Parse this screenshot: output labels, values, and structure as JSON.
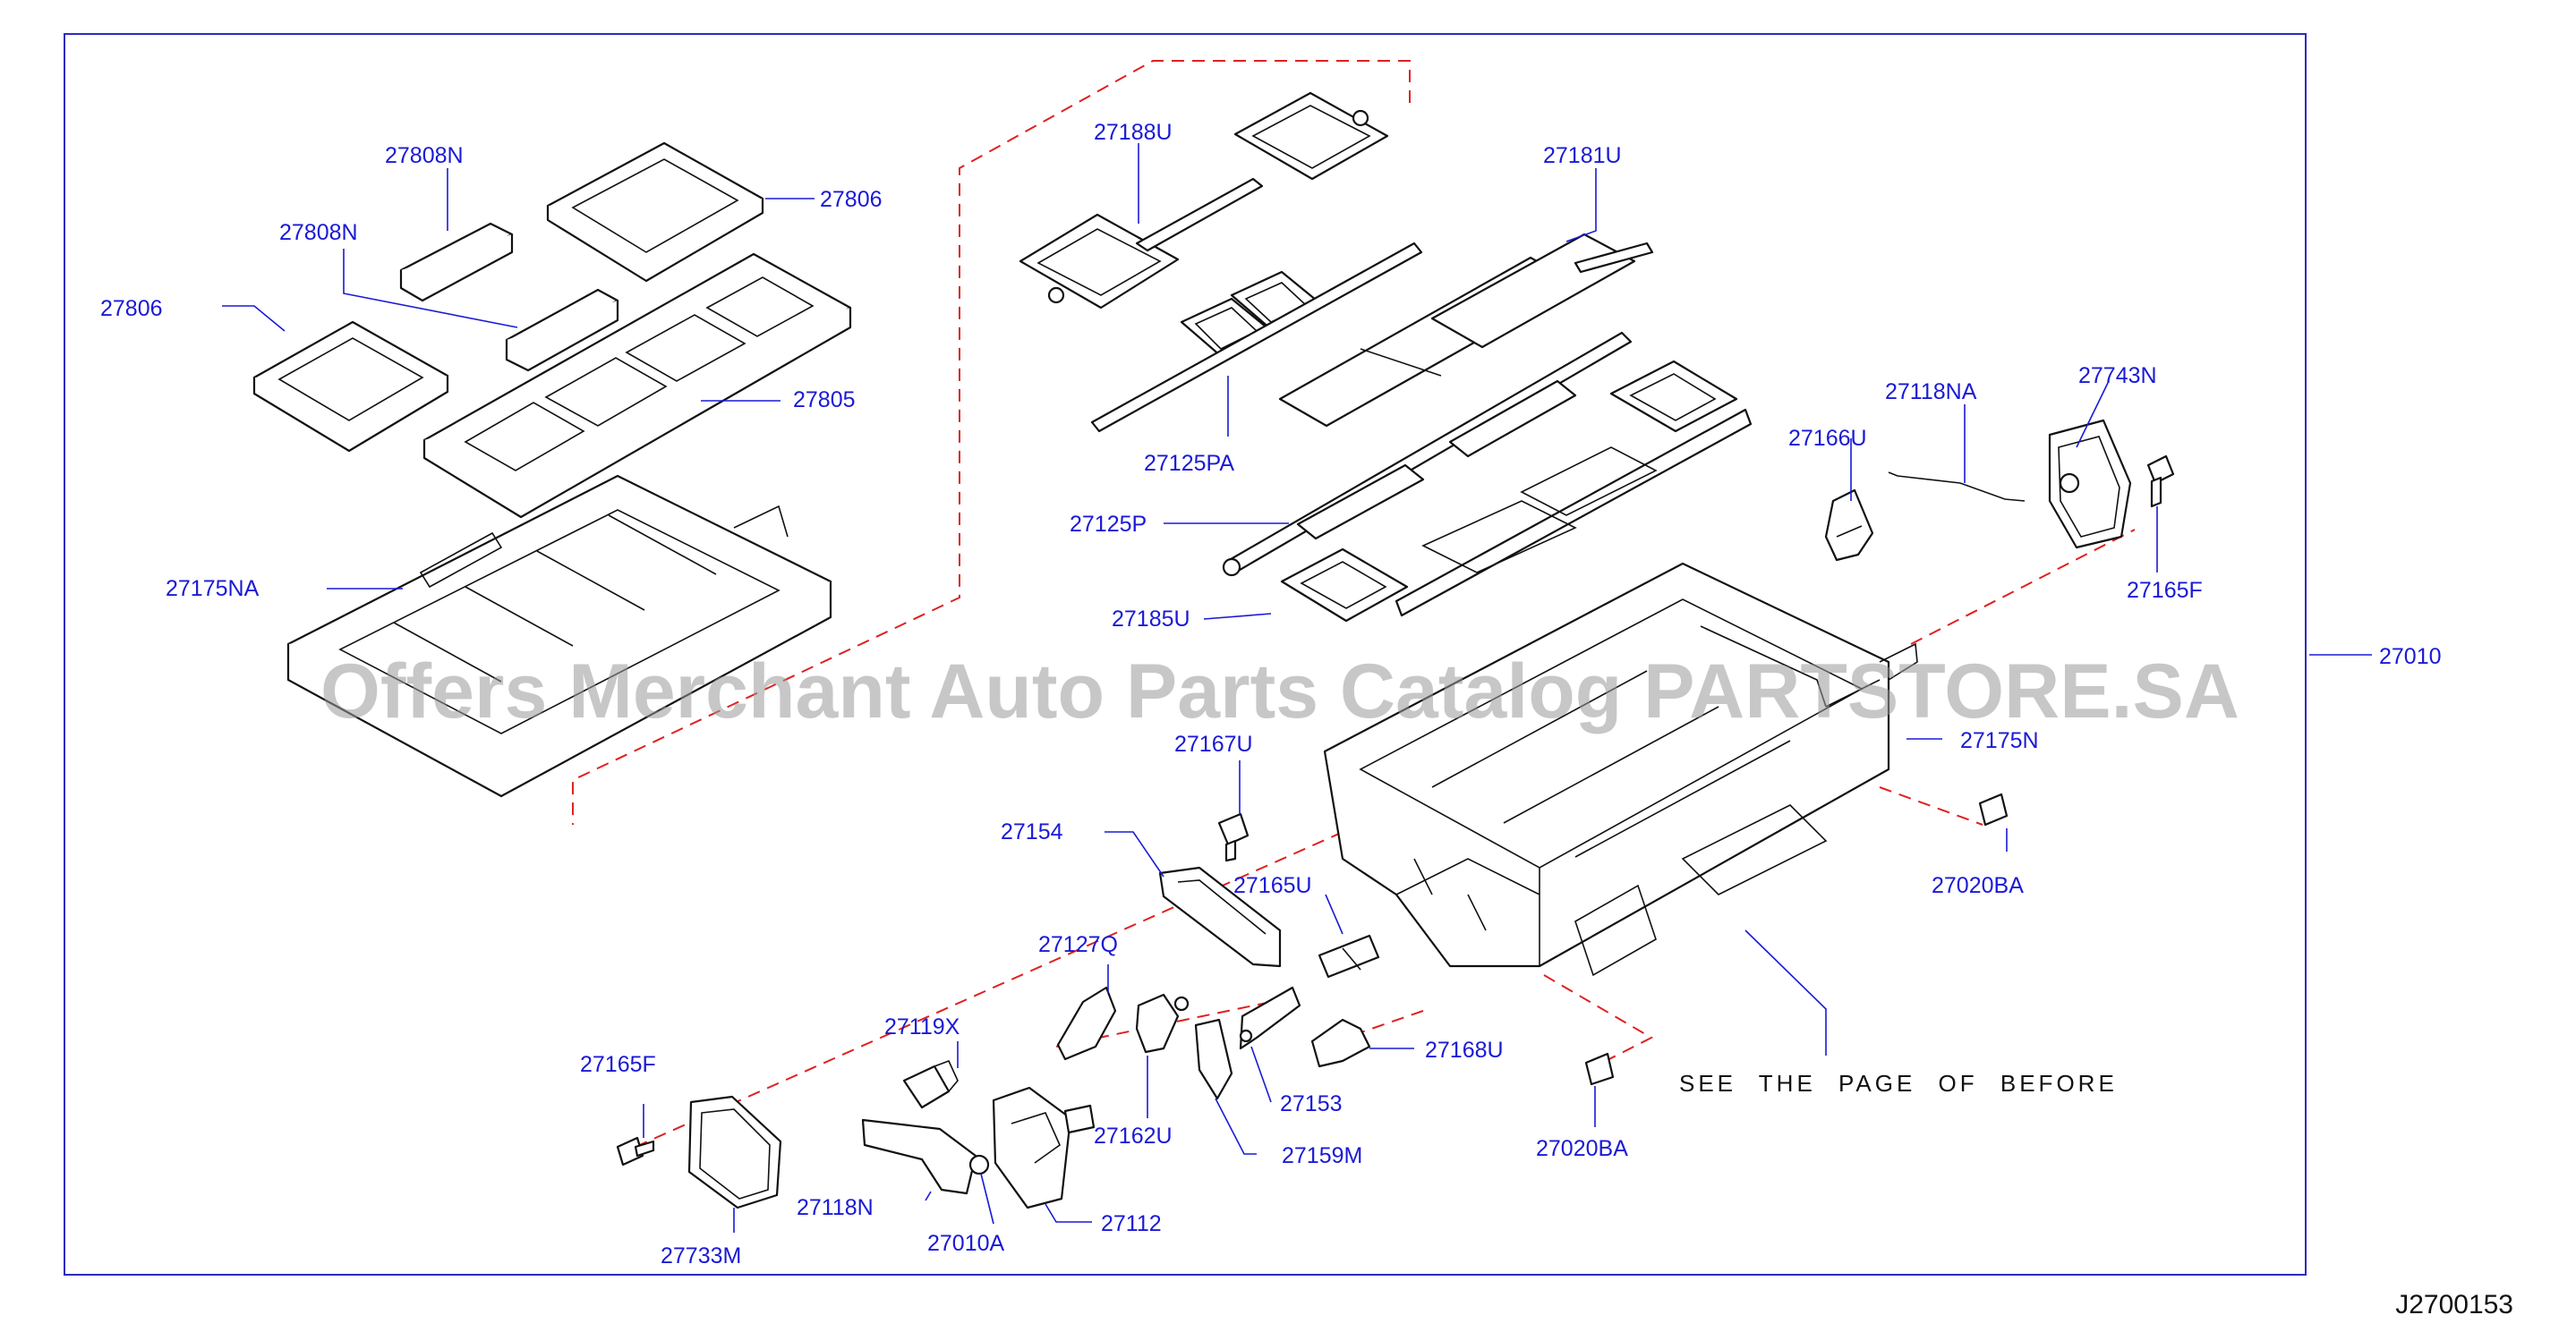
{
  "watermark": "Offers Merchant Auto Parts Catalog PARTSTORE.SA",
  "diagram_code": "J2700153",
  "note": "SEE THE PAGE OF BEFORE",
  "colors": {
    "label": "#1a1ad6",
    "dashed_line": "#e02020",
    "frame": "#2b2bbf"
  },
  "labels": {
    "p27808N_a": "27808N",
    "p27808N_b": "27808N",
    "p27806_a": "27806",
    "p27806_b": "27806",
    "p27805": "27805",
    "p27175NA": "27175NA",
    "p27188U": "27188U",
    "p27181U": "27181U",
    "p27125PA": "27125PA",
    "p27125P": "27125P",
    "p27185U": "27185U",
    "p27118NA": "27118NA",
    "p27743N": "27743N",
    "p27166U": "27166U",
    "p27165F_a": "27165F",
    "p27010": "27010",
    "p27175N": "27175N",
    "p27167U": "27167U",
    "p27154": "27154",
    "p27165U": "27165U",
    "p27020BA_a": "27020BA",
    "p27127Q": "27127Q",
    "p27119X": "27119X",
    "p27168U": "27168U",
    "p27165F_b": "27165F",
    "p27153": "27153",
    "p27162U": "27162U",
    "p27159M": "27159M",
    "p27118N": "27118N",
    "p27112": "27112",
    "p27010A": "27010A",
    "p27733M": "27733M",
    "p27020BA_b": "27020BA"
  }
}
